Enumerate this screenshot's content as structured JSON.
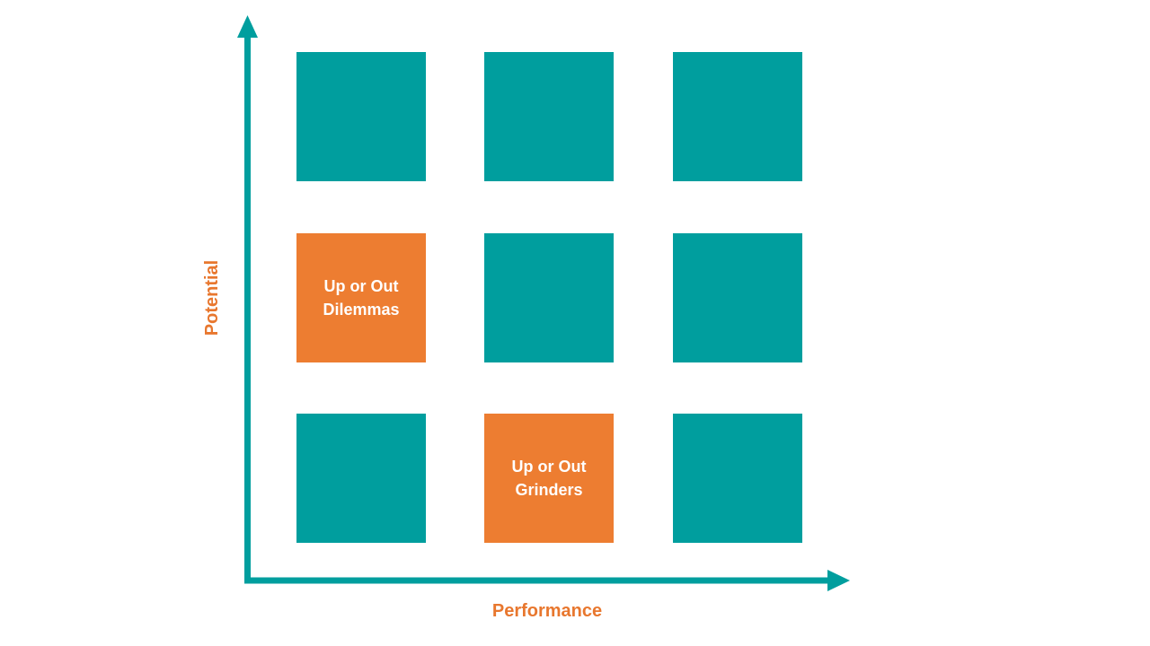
{
  "colors": {
    "teal": "#009E9E",
    "orange": "#ED7D31",
    "label_orange": "#E8772E",
    "axis": "#009E9E"
  },
  "axes": {
    "x_label": "Performance",
    "y_label": "Potential"
  },
  "grid": {
    "rows": [
      {
        "cells": [
          {
            "label": "",
            "color": "teal"
          },
          {
            "label": "",
            "color": "teal"
          },
          {
            "label": "",
            "color": "teal"
          }
        ]
      },
      {
        "cells": [
          {
            "label": "Up or Out\nDilemmas",
            "color": "orange"
          },
          {
            "label": "",
            "color": "teal"
          },
          {
            "label": "",
            "color": "teal"
          }
        ]
      },
      {
        "cells": [
          {
            "label": "",
            "color": "teal"
          },
          {
            "label": "Up or Out\nGrinders",
            "color": "orange"
          },
          {
            "label": "",
            "color": "teal"
          }
        ]
      }
    ]
  }
}
